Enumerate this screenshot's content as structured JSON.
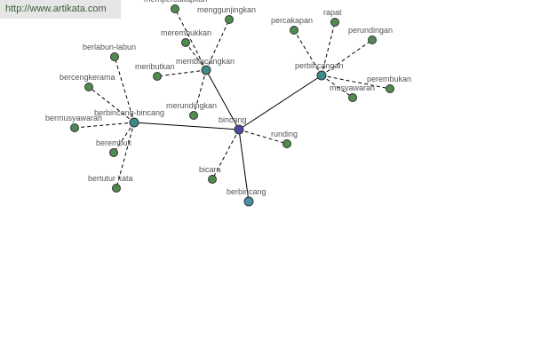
{
  "watermark": "http://www.artikata.com",
  "colors": {
    "leaf": "#4f8a4f",
    "hub": "#3d8a8a",
    "root": "#4a4aa0",
    "end": "#4a90a0"
  },
  "graph": {
    "nodes": [
      {
        "id": "bincang",
        "label": "bincang",
        "kind": "root"
      },
      {
        "id": "membincangkan",
        "label": "membincangkan",
        "kind": "hub"
      },
      {
        "id": "perbincangan",
        "label": "perbincangan",
        "kind": "hub"
      },
      {
        "id": "berbincang-bincang",
        "label": "berbincang-bincang",
        "kind": "hub"
      },
      {
        "id": "berbincang",
        "label": "berbincang",
        "kind": "end"
      },
      {
        "id": "mempercakapkan",
        "label": "mempercakapkan",
        "kind": "leaf"
      },
      {
        "id": "menggunjingkan",
        "label": "menggunjingkan",
        "kind": "leaf"
      },
      {
        "id": "merembukkan",
        "label": "merembukkan",
        "kind": "leaf"
      },
      {
        "id": "meributkan",
        "label": "meributkan",
        "kind": "leaf"
      },
      {
        "id": "merundingkan",
        "label": "merundingkan",
        "kind": "leaf"
      },
      {
        "id": "percakapan",
        "label": "percakapan",
        "kind": "leaf"
      },
      {
        "id": "rapat",
        "label": "rapat",
        "kind": "leaf"
      },
      {
        "id": "perundingan",
        "label": "perundingan",
        "kind": "leaf"
      },
      {
        "id": "perembukan",
        "label": "perembukan",
        "kind": "leaf"
      },
      {
        "id": "musyawarah",
        "label": "musyawarah",
        "kind": "leaf"
      },
      {
        "id": "berlabun-labun",
        "label": "berlabun-labun",
        "kind": "leaf"
      },
      {
        "id": "bercengkerama",
        "label": "bercengkerama",
        "kind": "leaf"
      },
      {
        "id": "bermusyawarah",
        "label": "bermusyawarah",
        "kind": "leaf"
      },
      {
        "id": "berembuk",
        "label": "berembuk",
        "kind": "leaf"
      },
      {
        "id": "bertutur-kata",
        "label": "bertutur kata",
        "kind": "leaf"
      },
      {
        "id": "runding",
        "label": "runding",
        "kind": "leaf"
      },
      {
        "id": "bicara",
        "label": "bicara",
        "kind": "leaf"
      }
    ],
    "edges": [
      {
        "from": "bincang",
        "to": "membincangkan",
        "style": "solid"
      },
      {
        "from": "bincang",
        "to": "perbincangan",
        "style": "solid"
      },
      {
        "from": "bincang",
        "to": "berbincang-bincang",
        "style": "solid"
      },
      {
        "from": "bincang",
        "to": "berbincang",
        "style": "solid"
      },
      {
        "from": "bincang",
        "to": "runding",
        "style": "dashed"
      },
      {
        "from": "bincang",
        "to": "bicara",
        "style": "dashed"
      },
      {
        "from": "membincangkan",
        "to": "mempercakapkan",
        "style": "dashed"
      },
      {
        "from": "membincangkan",
        "to": "menggunjingkan",
        "style": "dashed"
      },
      {
        "from": "membincangkan",
        "to": "merembukkan",
        "style": "dashed"
      },
      {
        "from": "membincangkan",
        "to": "meributkan",
        "style": "dashed"
      },
      {
        "from": "membincangkan",
        "to": "merundingkan",
        "style": "dashed"
      },
      {
        "from": "perbincangan",
        "to": "percakapan",
        "style": "dashed"
      },
      {
        "from": "perbincangan",
        "to": "rapat",
        "style": "dashed"
      },
      {
        "from": "perbincangan",
        "to": "perundingan",
        "style": "dashed"
      },
      {
        "from": "perbincangan",
        "to": "perembukan",
        "style": "dashed"
      },
      {
        "from": "perbincangan",
        "to": "musyawarah",
        "style": "dashed"
      },
      {
        "from": "berbincang-bincang",
        "to": "berlabun-labun",
        "style": "dashed"
      },
      {
        "from": "berbincang-bincang",
        "to": "bercengkerama",
        "style": "dashed"
      },
      {
        "from": "berbincang-bincang",
        "to": "bermusyawarah",
        "style": "dashed"
      },
      {
        "from": "berbincang-bincang",
        "to": "berembuk",
        "style": "dashed"
      },
      {
        "from": "berbincang-bincang",
        "to": "bertutur-kata",
        "style": "dashed"
      }
    ]
  }
}
